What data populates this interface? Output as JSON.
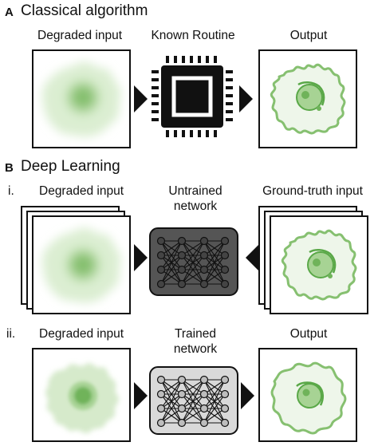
{
  "section_a": {
    "letter": "A",
    "title": "Classical algorithm",
    "labels": {
      "degraded": "Degraded input",
      "routine": "Known Routine",
      "output": "Output"
    }
  },
  "section_b": {
    "letter": "B",
    "title": "Deep Learning",
    "row_i": {
      "numeral": "i.",
      "degraded": "Degraded input",
      "network_line1": "Untrained",
      "network_line2": "network",
      "ground_truth": "Ground-truth input"
    },
    "row_ii": {
      "numeral": "ii.",
      "degraded": "Degraded input",
      "network_line1": "Trained",
      "network_line2": "network",
      "output": "Output"
    }
  },
  "colors": {
    "cell_light": "#cfe6c2",
    "cell_mid": "#a7d394",
    "cell_dark": "#6fb35a",
    "untrained_fill": "#555555",
    "trained_fill": "#d9d9d9"
  }
}
